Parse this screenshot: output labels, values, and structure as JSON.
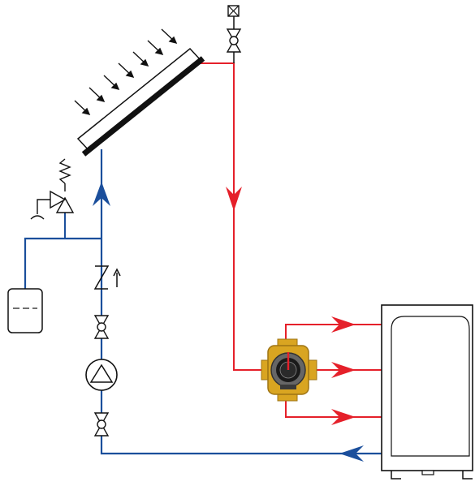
{
  "diagram": {
    "kind": "solar-thermal-heating-schematic",
    "components": [
      {
        "id": "solar-collector",
        "icon": "solar-collector-icon"
      },
      {
        "id": "sun-rays",
        "icon": "sun-rays-icon",
        "count": 7
      },
      {
        "id": "air-vent",
        "icon": "air-vent-icon"
      },
      {
        "id": "top-ball-valve",
        "icon": "ball-valve-icon"
      },
      {
        "id": "safety-relief-valve",
        "icon": "safety-valve-icon"
      },
      {
        "id": "expansion-vessel",
        "icon": "expansion-tank-icon"
      },
      {
        "id": "check-valve",
        "icon": "check-valve-icon"
      },
      {
        "id": "upper-ball-valve",
        "icon": "ball-valve-icon"
      },
      {
        "id": "circulation-pump",
        "icon": "pump-icon"
      },
      {
        "id": "lower-ball-valve",
        "icon": "ball-valve-icon"
      },
      {
        "id": "mixing-valve",
        "icon": "four-way-mixing-valve-icon"
      },
      {
        "id": "storage-tank",
        "icon": "hot-water-tank-icon"
      }
    ],
    "flows": {
      "hot_supply": "hot",
      "cold_return": "cold",
      "tank_inlets": 3
    }
  },
  "colors": {
    "hot": "#e5202a",
    "cold": "#1b4f9c",
    "line": "#111111",
    "brass": "#d9a521",
    "brass_dark": "#9e7414",
    "valve_body": "#555555"
  }
}
